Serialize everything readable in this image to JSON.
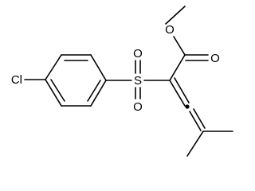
{
  "molecule": {
    "atom_labels": {
      "chlorine": "Cl",
      "sulfur": "S",
      "sulfonyl_oxygen_top": "O",
      "sulfonyl_oxygen_bottom": "O",
      "ester_oxygen_single": "O",
      "carbonyl_oxygen": "O"
    },
    "colors": {
      "bonds": "#000000",
      "labels": "#000000",
      "background": "#ffffff"
    }
  }
}
